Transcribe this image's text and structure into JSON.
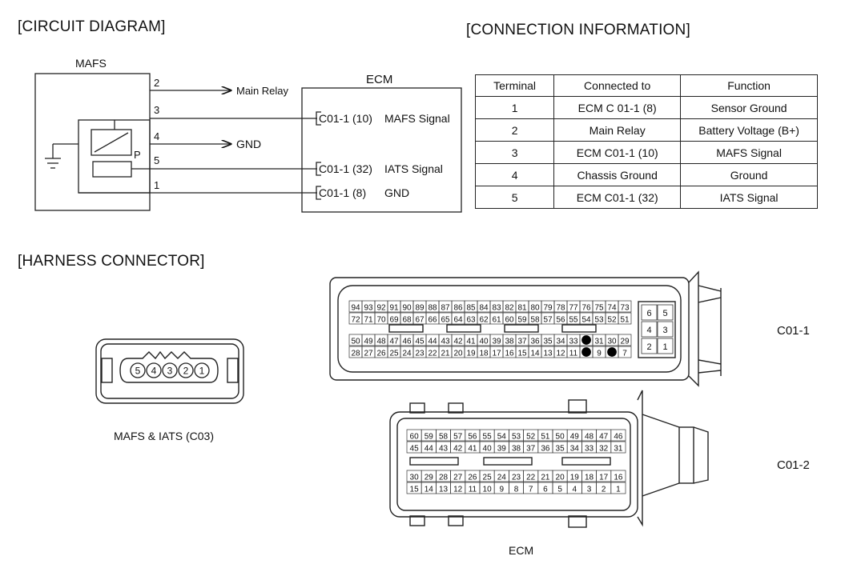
{
  "sections": {
    "circuit": "[CIRCUIT DIAGRAM]",
    "connection": "[CONNECTION INFORMATION]",
    "harness": "[HARNESS CONNECTOR]"
  },
  "circuit": {
    "mafs_label": "MAFS",
    "ecm_label": "ECM",
    "pins": {
      "p2": "2",
      "p3": "3",
      "p4": "4",
      "p5": "5",
      "p1": "1"
    },
    "sensor_marker": "P",
    "main_relay": "Main Relay",
    "gnd_out": "GND",
    "ecm_rows": [
      {
        "pin": "C01-1 (10)",
        "signal": "MAFS Signal"
      },
      {
        "pin": "C01-1 (32)",
        "signal": "IATS Signal"
      },
      {
        "pin": "C01-1 (8)",
        "signal": "GND"
      }
    ]
  },
  "connection_table": {
    "headers": [
      "Terminal",
      "Connected to",
      "Function"
    ],
    "rows": [
      [
        "1",
        "ECM C 01-1 (8)",
        "Sensor Ground"
      ],
      [
        "2",
        "Main Relay",
        "Battery Voltage (B+)"
      ],
      [
        "3",
        "ECM C01-1 (10)",
        "MAFS Signal"
      ],
      [
        "4",
        "Chassis Ground",
        "Ground"
      ],
      [
        "5",
        "ECM C01-1 (32)",
        "IATS Signal"
      ]
    ]
  },
  "harness": {
    "c03_pins": [
      "5",
      "4",
      "3",
      "2",
      "1"
    ],
    "c03_caption": "MAFS & IATS (C03)",
    "c011_label": "C01-1",
    "c012_label": "C01-2",
    "ecm_caption": "ECM",
    "c011_rows": [
      [
        "94",
        "93",
        "92",
        "91",
        "90",
        "89",
        "88",
        "87",
        "86",
        "85",
        "84",
        "83",
        "82",
        "81",
        "80",
        "79",
        "78",
        "77",
        "76",
        "75",
        "74",
        "73"
      ],
      [
        "72",
        "71",
        "70",
        "69",
        "68",
        "67",
        "66",
        "65",
        "64",
        "63",
        "62",
        "61",
        "60",
        "59",
        "58",
        "57",
        "56",
        "55",
        "54",
        "53",
        "52",
        "51"
      ],
      [
        "50",
        "49",
        "48",
        "47",
        "46",
        "45",
        "44",
        "43",
        "42",
        "41",
        "40",
        "39",
        "38",
        "37",
        "36",
        "35",
        "34",
        "33",
        "",
        "31",
        "30",
        "29"
      ],
      [
        "28",
        "27",
        "26",
        "25",
        "24",
        "23",
        "22",
        "21",
        "20",
        "19",
        "18",
        "17",
        "16",
        "15",
        "14",
        "13",
        "12",
        "11",
        "",
        "9",
        "",
        "7"
      ]
    ],
    "c011_side": [
      [
        "6",
        "5"
      ],
      [
        "4",
        "3"
      ],
      [
        "2",
        "1"
      ]
    ],
    "c012_rows": [
      [
        "60",
        "59",
        "58",
        "57",
        "56",
        "55",
        "54",
        "53",
        "52",
        "51",
        "50",
        "49",
        "48",
        "47",
        "46"
      ],
      [
        "45",
        "44",
        "43",
        "42",
        "41",
        "40",
        "39",
        "38",
        "37",
        "36",
        "35",
        "34",
        "33",
        "32",
        "31"
      ],
      [
        "30",
        "29",
        "28",
        "27",
        "26",
        "25",
        "24",
        "23",
        "22",
        "21",
        "20",
        "19",
        "18",
        "17",
        "16"
      ],
      [
        "15",
        "14",
        "13",
        "12",
        "11",
        "10",
        "9",
        "8",
        "7",
        "6",
        "5",
        "4",
        "3",
        "2",
        "1"
      ]
    ]
  }
}
